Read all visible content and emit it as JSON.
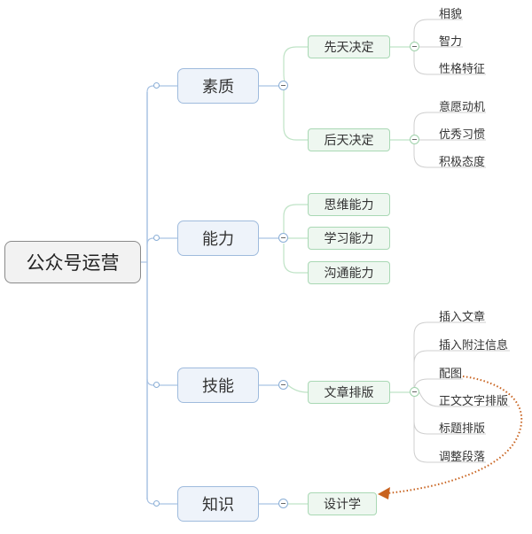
{
  "root": {
    "label": "公众号运营"
  },
  "branches": [
    {
      "label": "素质",
      "children": [
        {
          "label": "先天决定",
          "leaves": [
            "相貌",
            "智力",
            "性格特征"
          ]
        },
        {
          "label": "后天决定",
          "leaves": [
            "意愿动机",
            "优秀习惯",
            "积极态度"
          ]
        }
      ]
    },
    {
      "label": "能力",
      "children": [
        {
          "label": "思维能力"
        },
        {
          "label": "学习能力"
        },
        {
          "label": "沟通能力"
        }
      ]
    },
    {
      "label": "技能",
      "children": [
        {
          "label": "文章排版",
          "leaves": [
            "插入文章",
            "插入附注信息",
            "配图",
            "正文文字排版",
            "标题排版",
            "调整段落"
          ]
        }
      ]
    },
    {
      "label": "知识",
      "children": [
        {
          "label": "设计学"
        }
      ]
    }
  ],
  "relationship": {
    "from": "配图",
    "to": "设计学",
    "color": "#c8621e",
    "style": "dotted-arrow"
  },
  "colors": {
    "level1_border": "#9fbbdd",
    "level1_fill": "#eef3fa",
    "level2_border": "#a9d8b4",
    "level2_fill": "#eef7f0",
    "trunk_line": "#a9c3e3",
    "green_line": "#bfe3c6",
    "leaf_line": "#cfcfcf"
  }
}
